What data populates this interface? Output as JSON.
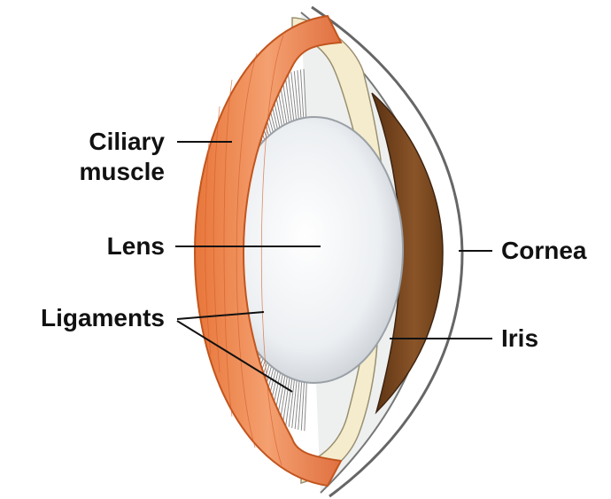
{
  "labels": {
    "ciliary_muscle_line1": "Ciliary",
    "ciliary_muscle_line2": "muscle",
    "lens": "Lens",
    "ligaments": "Ligaments",
    "cornea": "Cornea",
    "iris": "Iris"
  },
  "colors": {
    "muscle": "#f08a4b",
    "muscle_dark": "#d9662a",
    "lens": "#eef0f2",
    "iris": "#7a4a22",
    "cornea_outline": "#555555",
    "sclera": "#f4eccd",
    "leader_line": "#111111"
  }
}
